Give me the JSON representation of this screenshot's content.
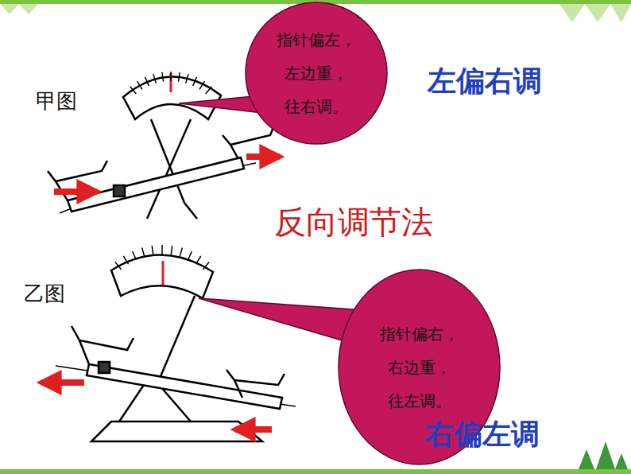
{
  "diagram": {
    "nodes": [
      {
        "text": [
          "指针偏左， 左边重， 往右调。"
        ]
      },
      {
        "text": [
          "指针偏右， 右边重， 往左调。"
        ]
      }
    ],
    "labels": [
      "甲图",
      "左偏右调",
      "反向调节法",
      "乙图",
      "右偏左调"
    ]
  }
}
